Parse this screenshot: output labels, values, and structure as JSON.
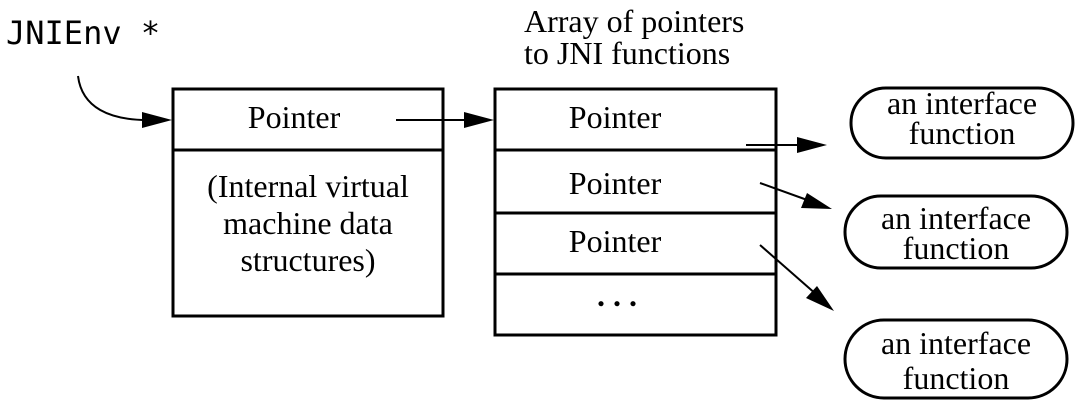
{
  "jnienv_label": "JNIEnv *",
  "array_caption": {
    "line1": "Array of pointers",
    "line2": "to  JNI functions"
  },
  "env_struct": {
    "pointer_label": "Pointer",
    "internal_line1": "(Internal virtual",
    "internal_line2": "machine data",
    "internal_line3": "structures)"
  },
  "function_table": {
    "slots": [
      "Pointer",
      "Pointer",
      "Pointer"
    ],
    "ellipsis": ". . ."
  },
  "interface_functions": [
    {
      "line1": "an interface",
      "line2": "function"
    },
    {
      "line1": "an interface",
      "line2": "function"
    },
    {
      "line1": "an interface",
      "line2": "function"
    }
  ]
}
